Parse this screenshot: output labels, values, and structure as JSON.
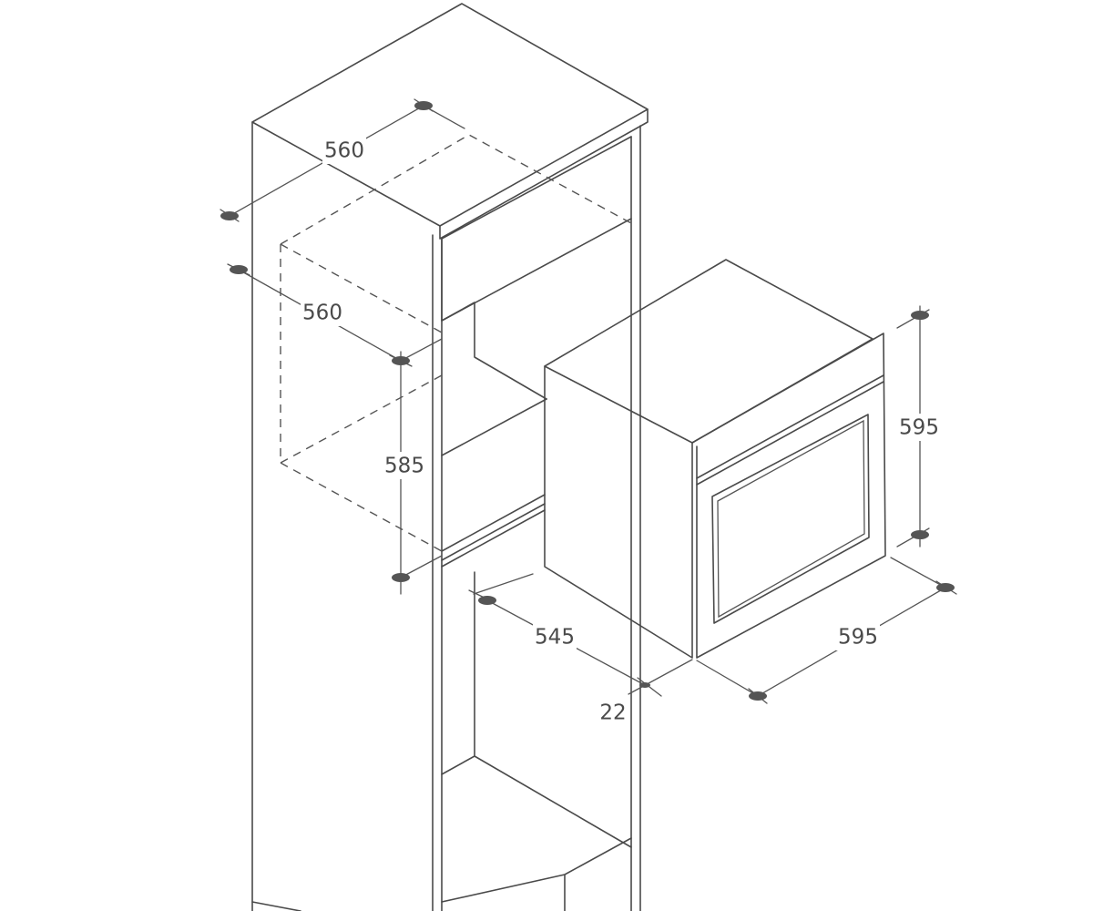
{
  "diagram": {
    "dimensions": {
      "niche_width": "560",
      "niche_depth": "560",
      "niche_height": "585",
      "oven_height": "595",
      "oven_width": "595",
      "oven_depth": "545",
      "front_panel": "22"
    }
  }
}
